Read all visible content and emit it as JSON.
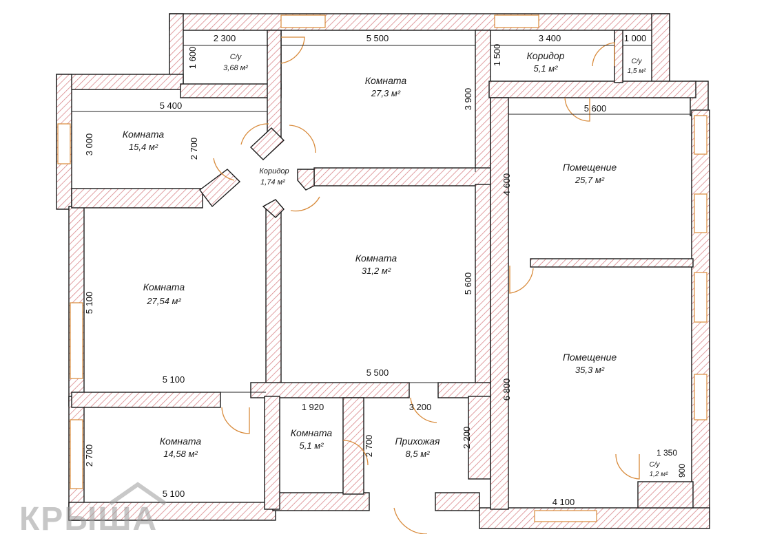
{
  "colors": {
    "wall_hatch": "#d9868a",
    "door": "#d88a3a",
    "ink": "#1a1a1a"
  },
  "rooms": {
    "wc_top_left": {
      "name": "С/у",
      "area": "3,68 м²"
    },
    "room_top": {
      "name": "Комната",
      "area": "27,3 м²"
    },
    "corridor_top": {
      "name": "Коридор",
      "area": "5,1 м²"
    },
    "wc_top_right": {
      "name": "С/у",
      "area": "1,5 м²"
    },
    "room_left_top": {
      "name": "Комната",
      "area": "15,4 м²"
    },
    "corridor_mid": {
      "name": "Коридор",
      "area": "1,74 м²"
    },
    "premise_top": {
      "name": "Помещение",
      "area": "25,7 м²"
    },
    "room_center": {
      "name": "Комната",
      "area": "31,2 м²"
    },
    "room_left_mid": {
      "name": "Комната",
      "area": "27,54 м²"
    },
    "premise_bottom": {
      "name": "Помещение",
      "area": "35,3 м²"
    },
    "room_left_bot": {
      "name": "Комната",
      "area": "14,58 м²"
    },
    "room_small": {
      "name": "Комната",
      "area": "5,1 м²"
    },
    "hallway": {
      "name": "Прихожая",
      "area": "8,5 м²"
    },
    "wc_bottom": {
      "name": "С/у",
      "area": "1,2 м²"
    }
  },
  "dims": {
    "d1": "2 300",
    "d2": "1 600",
    "d3": "5 500",
    "d4": "3 400",
    "d5": "1 000",
    "d6": "1 500",
    "d7": "5 400",
    "d8": "3 900",
    "d9": "5 600",
    "d10": "3 000",
    "d11": "2 700",
    "d12": "4 600",
    "d13": "5 600",
    "d14": "5 100",
    "d15": "5 100",
    "d16": "5 500",
    "d17": "1 920",
    "d18": "3 200",
    "d19": "2 700",
    "d20": "2 200",
    "d21": "6 800",
    "d22": "2 700",
    "d23": "5 100",
    "d24": "1 350",
    "d25": "900",
    "d26": "4 100"
  },
  "watermark": "КРЫША"
}
